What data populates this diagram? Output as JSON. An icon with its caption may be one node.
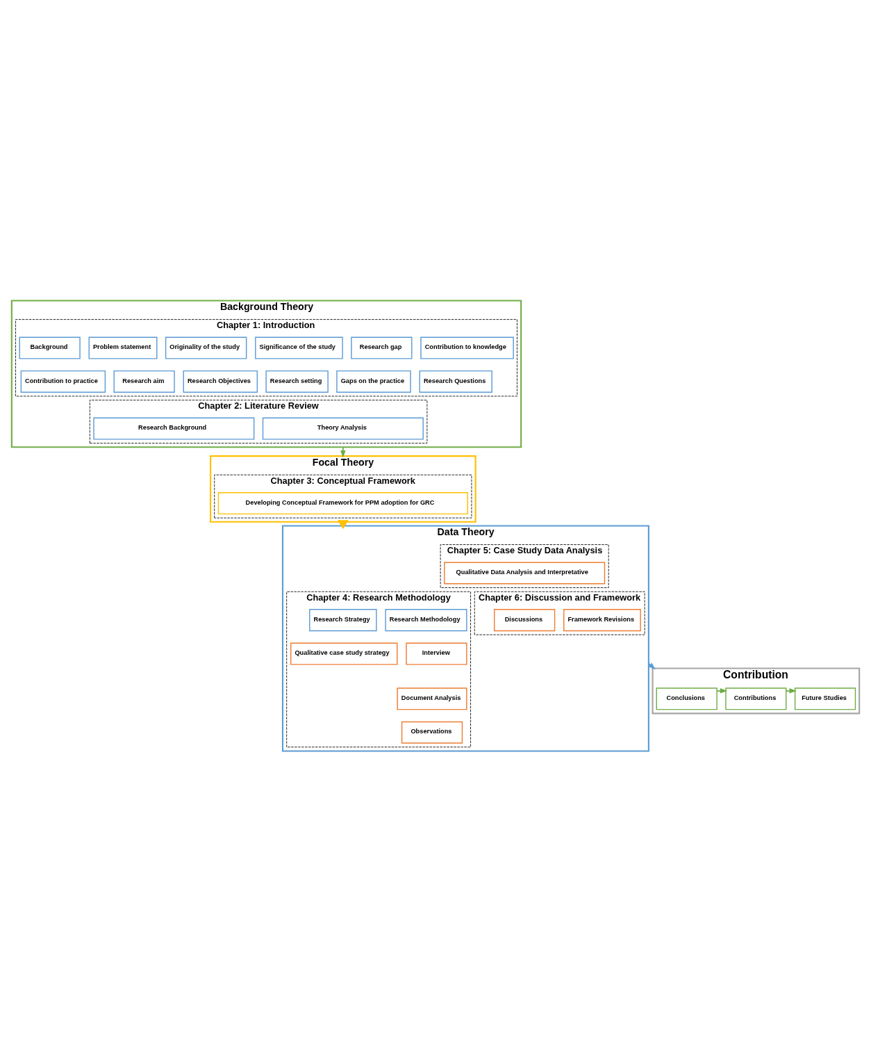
{
  "diagram": {
    "nodes": [
      {
        "text": [
          "Background Theory"
        ]
      },
      {
        "text": [
          "Chapter 1: Introduction"
        ],
        "in": 0
      },
      {
        "text": [
          "Background"
        ],
        "in": 1
      },
      {
        "text": [
          "Problem statement"
        ],
        "in": 1
      },
      {
        "text": [
          "Originality of the study"
        ],
        "in": 1
      },
      {
        "text": [
          "Significance of the study"
        ],
        "in": 1
      },
      {
        "text": [
          "Research gap"
        ],
        "in": 1
      },
      {
        "text": [
          "Contribution to knowledge"
        ],
        "in": 1
      },
      {
        "text": [
          "Contribution to practice"
        ],
        "in": 1
      },
      {
        "text": [
          "Research aim"
        ],
        "in": 1
      },
      {
        "text": [
          "Research Objectives"
        ],
        "in": 1
      },
      {
        "text": [
          "Research setting"
        ],
        "in": 1
      },
      {
        "text": [
          "Gaps on the practice"
        ],
        "in": 1
      },
      {
        "text": [
          "Research Questions"
        ],
        "in": 1
      },
      {
        "text": [
          "Chapter 2: Literature Review"
        ],
        "in": 0
      },
      {
        "text": [
          "Research Background"
        ],
        "in": 14
      },
      {
        "text": [
          "Theory Analysis"
        ],
        "in": 14
      },
      {
        "text": [
          "Focal Theory"
        ]
      },
      {
        "text": [
          "Chapter 3: Conceptual Framework"
        ],
        "in": 17
      },
      {
        "text": [
          "Developing Conceptual Framework for PPM adoption for GRC"
        ],
        "in": 18
      },
      {
        "text": [
          "Data Theory"
        ]
      },
      {
        "text": [
          "Chapter 4: Research Methodology"
        ],
        "in": 20
      },
      {
        "text": [
          "Research Strategy"
        ],
        "in": 21
      },
      {
        "text": [
          "Research Methodology"
        ],
        "in": 21
      },
      {
        "text": [
          "Qualitative case study strategy"
        ],
        "in": 21
      },
      {
        "text": [
          "Interview"
        ],
        "in": 21
      },
      {
        "text": [
          "Document Analysis"
        ],
        "in": 21
      },
      {
        "text": [
          "Observations"
        ],
        "in": 21
      },
      {
        "text": [
          "Chapter 5: Case Study Data Analysis"
        ],
        "in": 20
      },
      {
        "text": [
          "Qualitative Data Analysis and Interpretative"
        ],
        "in": 28
      },
      {
        "text": [
          "Chapter 6: Discussion and Framework"
        ],
        "in": 20
      },
      {
        "text": [
          "Discussions"
        ],
        "in": 30
      },
      {
        "text": [
          "Framework Revisions"
        ],
        "in": 30
      },
      {
        "text": [
          "Contribution"
        ]
      },
      {
        "text": [
          "Conclusions"
        ],
        "in": 33
      },
      {
        "text": [
          "Contributions"
        ],
        "in": 33
      },
      {
        "text": [
          "Future Studies"
        ],
        "in": 33
      }
    ],
    "edges": [
      {
        "from": 0,
        "to": 17,
        "arrow": "to"
      },
      {
        "from": 17,
        "to": 20,
        "arrow": "to",
        "style": "thick",
        "color": "#ffc000"
      },
      {
        "from": 20,
        "to": 33,
        "arrow": "to",
        "color": "#5b9bd5"
      },
      {
        "from": 34,
        "to": 35,
        "arrow": "to"
      },
      {
        "from": 35,
        "to": 36,
        "arrow": "to"
      }
    ]
  }
}
